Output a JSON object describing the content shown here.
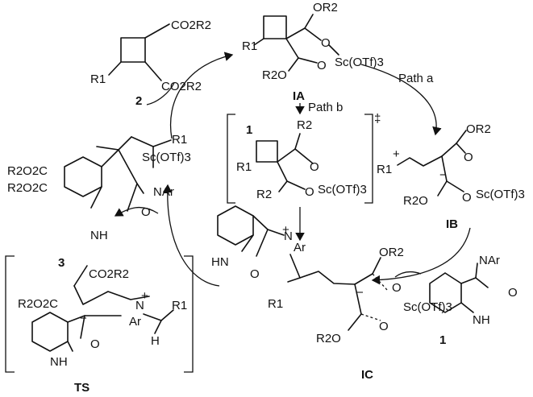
{
  "labels": {
    "cat_reagent": "Sc(OTf)3",
    "compound_1": "1",
    "compound_2": "2",
    "compound_3": "3",
    "int_ia": "IA",
    "int_ib": "IB",
    "int_ic": "IC",
    "ts": "TS",
    "path_a": "Path a",
    "path_b": "Path b",
    "dagger": "‡"
  },
  "groups": {
    "co2r2_top": "CO2R2",
    "co2r2_bot": "CO2R2",
    "r1": "R1",
    "or2": "OR2",
    "r2o": "R2O",
    "r2": "R2",
    "o": "O",
    "sc": "Sc(OTf)3",
    "nar": "NAr",
    "n_plus_ar": "N",
    "ar": "Ar",
    "nh": "NH",
    "hn": "HN",
    "h": "H",
    "r2o2c": "R2O2C",
    "plus": "+",
    "minus": "−"
  }
}
